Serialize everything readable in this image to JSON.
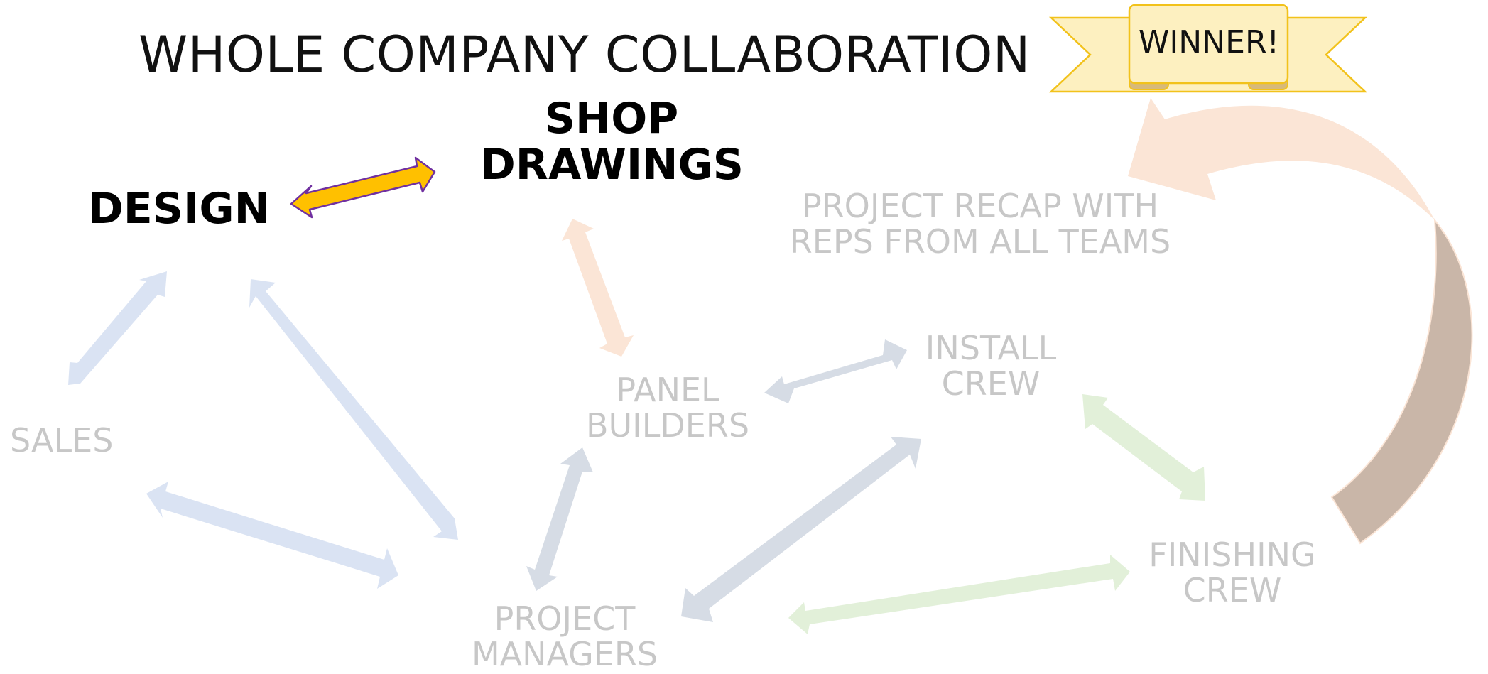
{
  "title": "WHOLE COMPANY COLLABORATION",
  "winner_banner": {
    "text": "WINNER!",
    "fill_color": "#fdf0c0",
    "stroke_color": "#f2c21b"
  },
  "nodes": {
    "design": "DESIGN",
    "shop_drawings": {
      "line1": "SHOP",
      "line2": "DRAWINGS"
    },
    "project_recap": {
      "line1": "PROJECT RECAP WITH",
      "line2": "REPS FROM ALL TEAMS"
    },
    "sales": "SALES",
    "panel_builders": {
      "line1": "PANEL",
      "line2": "BUILDERS"
    },
    "install_crew": {
      "line1": "INSTALL",
      "line2": "CREW"
    },
    "finishing_crew": {
      "line1": "FINISHING",
      "line2": "CREW"
    },
    "project_managers": {
      "line1": "PROJECT",
      "line2": "MANAGERS"
    }
  },
  "colors": {
    "highlight_arrow": "#ffc000",
    "highlight_outline": "#7030a0",
    "blue_arrow": "#dae3f3",
    "gray_blue_arrow": "#d6dce5",
    "peach_arrow": "#fbe5d6",
    "green_arrow": "#e2f0d9",
    "curved_arrow_light": "#fbe5d6",
    "curved_arrow_dark": "#c9b6a8",
    "faded_text": "#c7c7c7"
  }
}
